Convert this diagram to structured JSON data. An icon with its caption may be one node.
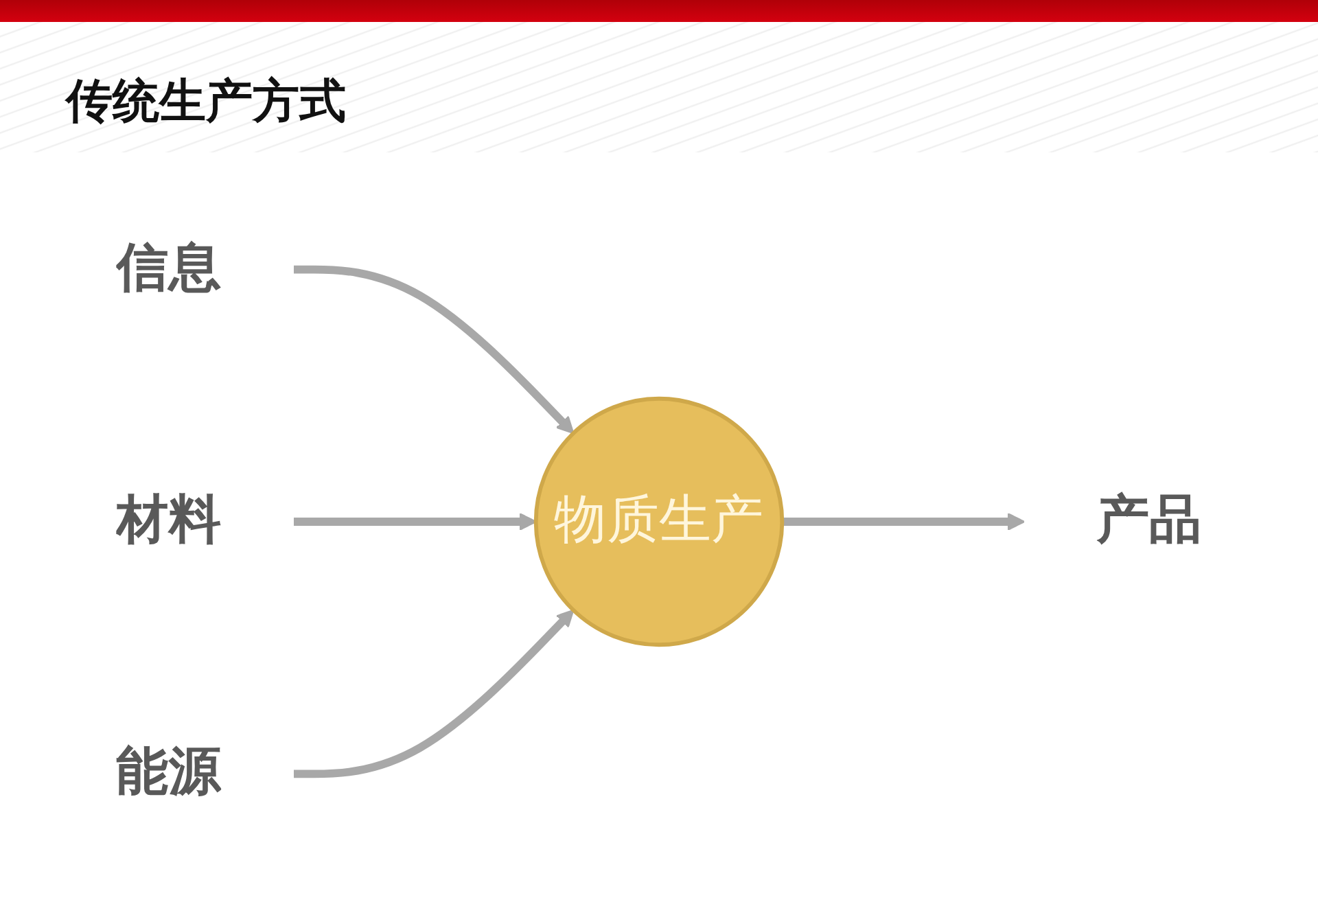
{
  "diagram": {
    "title": "传统生产方式",
    "nodes": [
      {
        "text": [
          "信息"
        ]
      },
      {
        "text": [
          "材料"
        ]
      },
      {
        "text": [
          "物质生产"
        ]
      },
      {
        "text": [
          "产品"
        ]
      },
      {
        "text": [
          "能源"
        ]
      }
    ],
    "edges": [
      {
        "from": 0,
        "to": 2,
        "arrow": "to"
      },
      {
        "from": 1,
        "to": 2,
        "arrow": "to"
      },
      {
        "from": 2,
        "to": 3,
        "arrow": "to"
      },
      {
        "from": 4,
        "to": 2,
        "arrow": "to"
      }
    ]
  }
}
